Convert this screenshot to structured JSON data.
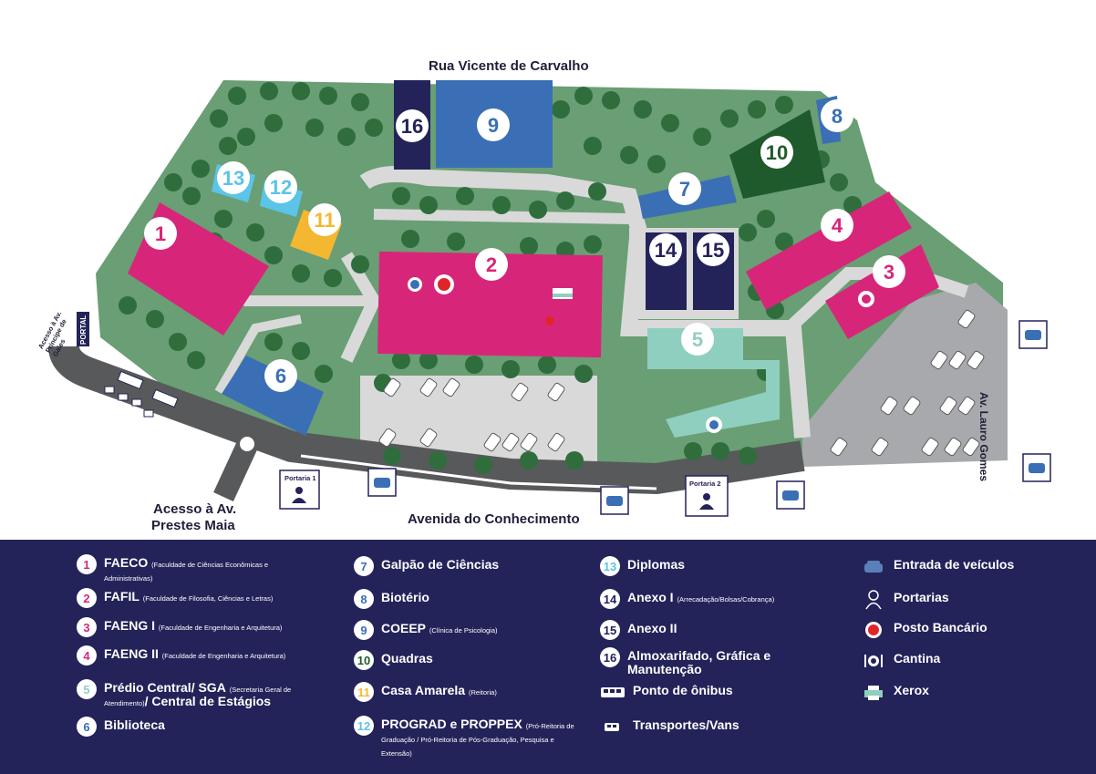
{
  "streets": {
    "top": "Rua Vicente de Carvalho",
    "bottom": "Avenida do Conhecimento",
    "right": "Av. Lauro Gomes",
    "left": "Acesso à Av. Príncipe de Gales",
    "bottom_left_line1": "Acesso à Av.",
    "bottom_left_line2": "Prestes Maia"
  },
  "gates": {
    "portal": "PORTAL",
    "portaria1": "Portaria 1",
    "portaria2": "Portaria 2"
  },
  "building_numbers": [
    "1",
    "2",
    "3",
    "4",
    "5",
    "6",
    "7",
    "8",
    "9",
    "10",
    "11",
    "12",
    "13",
    "14",
    "15",
    "16"
  ],
  "colors": {
    "green": "#6a9e74",
    "tree": "#2f6d3d",
    "road": "#d9d9d9",
    "magenta": "#d7267a",
    "blue": "#3a6fb5",
    "navy": "#23235a",
    "teal": "#8fcfbf",
    "darkgreen": "#1f5a2c",
    "yellow": "#f4b731",
    "lightblue": "#5bc4e8",
    "parking": "#a7a9ac"
  },
  "legend": {
    "col1": [
      {
        "num": "1",
        "name": "FAECO",
        "detail": "(Faculdade de Ciências Econômicas e Administrativas)",
        "color": "#d7267a"
      },
      {
        "num": "2",
        "name": "FAFIL",
        "detail": "(Faculdade de Filosofia, Ciências e Letras)",
        "color": "#d7267a"
      },
      {
        "num": "3",
        "name": "FAENG I",
        "detail": "(Faculdade de Engenharia e Arquitetura)",
        "color": "#d7267a"
      },
      {
        "num": "4",
        "name": "FAENG II",
        "detail": "(Faculdade de Engenharia e Arquitetura)",
        "color": "#d7267a"
      },
      {
        "num": "5",
        "name": "Prédio Central/ SGA",
        "detail": "(Secretaria Geral de Atendimento)",
        "tail": "/ Central de Estágios",
        "color": "#8fcfbf"
      },
      {
        "num": "6",
        "name": "Biblioteca",
        "detail": "",
        "color": "#3a6fb5"
      }
    ],
    "col2": [
      {
        "num": "7",
        "name": "Galpão de Ciências",
        "detail": "",
        "color": "#3a6fb5"
      },
      {
        "num": "8",
        "name": "Biotério",
        "detail": "",
        "color": "#3a6fb5"
      },
      {
        "num": "9",
        "name": "COEEP",
        "detail": "(Clínica de Psicologia)",
        "color": "#3a6fb5"
      },
      {
        "num": "10",
        "name": "Quadras",
        "detail": "",
        "color": "#1f5a2c"
      },
      {
        "num": "11",
        "name": "Casa Amarela",
        "detail": "(Reitoria)",
        "color": "#f4b731"
      },
      {
        "num": "12",
        "name": "PROGRAD e PROPPEX",
        "detail": "(Pró-Reitoria de Graduação / Pró-Reitoria de Pós-Graduação, Pesquisa e Extensão)",
        "color": "#5bc4e8"
      }
    ],
    "col3": [
      {
        "num": "13",
        "name": "Diplomas",
        "detail": "",
        "color": "#5bc4e8"
      },
      {
        "num": "14",
        "name": "Anexo I",
        "detail": "(Arrecadação/Bolsas/Cobrança)",
        "color": "#23235a"
      },
      {
        "num": "15",
        "name": "Anexo II",
        "detail": "",
        "color": "#23235a"
      },
      {
        "num": "16",
        "name": "Almoxarifado, Gráfica e Manutenção",
        "detail": "",
        "color": "#23235a"
      },
      {
        "icon": "bus-icon",
        "name": "Ponto de ônibus"
      },
      {
        "icon": "van-icon",
        "name": "Transportes/Vans"
      }
    ],
    "col4": [
      {
        "icon": "car-entrance-icon",
        "name": "Entrada de veículos"
      },
      {
        "icon": "person-icon",
        "name": "Portarias"
      },
      {
        "icon": "bank-icon",
        "name": "Posto Bancário"
      },
      {
        "icon": "cutlery-icon",
        "name": "Cantina"
      },
      {
        "icon": "printer-icon",
        "name": "Xerox"
      }
    ]
  }
}
